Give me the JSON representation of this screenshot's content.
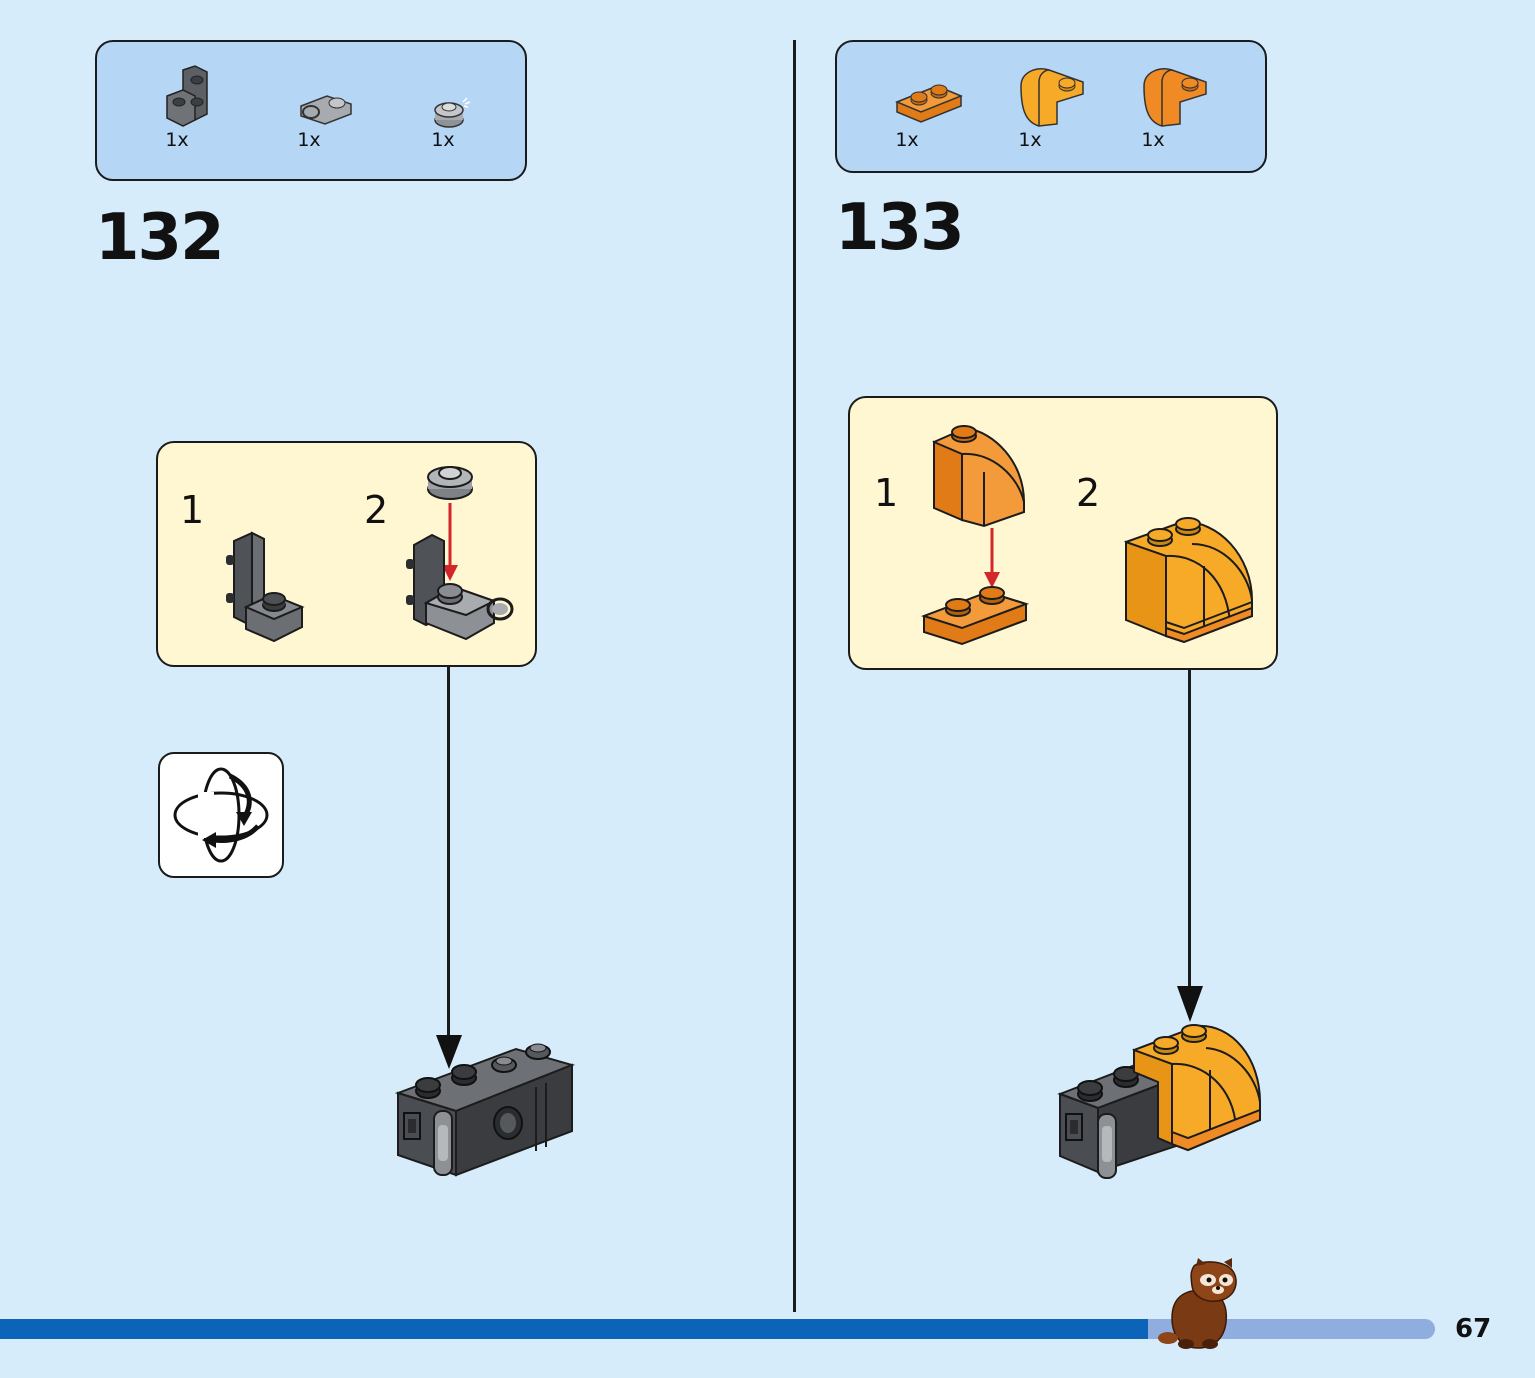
{
  "page": {
    "page_number": "67",
    "progress_fraction": 0.8
  },
  "steps": [
    {
      "number": "132",
      "parts": [
        {
          "icon": "dark-gray-bracket-icon",
          "qty": "1x"
        },
        {
          "icon": "light-gray-clip-plate-icon",
          "qty": "1x"
        },
        {
          "icon": "light-gray-round-plate-icon",
          "qty": "1x"
        }
      ],
      "substeps": [
        "1",
        "2"
      ]
    },
    {
      "number": "133",
      "parts": [
        {
          "icon": "orange-plate-1x2-icon",
          "qty": "1x"
        },
        {
          "icon": "bright-orange-curved-slope-icon",
          "qty": "1x"
        },
        {
          "icon": "orange-curved-slope-icon",
          "qty": "1x"
        }
      ],
      "substeps": [
        "1",
        "2"
      ]
    }
  ],
  "colors": {
    "background": "#d6ecfb",
    "parts_box": "#b5d6f4",
    "substep_box": "#fff6d2",
    "progress_fill": "#0b64b8",
    "progress_track": "#8fadde",
    "arrow_red": "#d3262b",
    "orange": "#f08a24",
    "bright_orange": "#f9a825",
    "dark_gray": "#5c5f63",
    "light_gray": "#a7aaae"
  }
}
